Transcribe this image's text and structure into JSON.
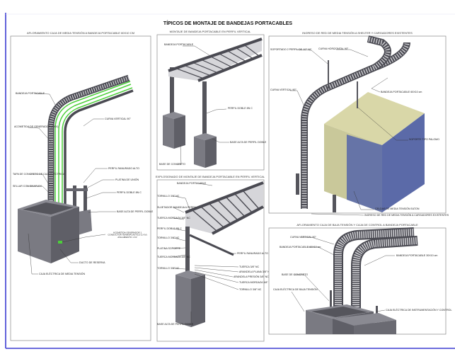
{
  "title": "TÍPICOS DE MONTAJE DE BANDEJAS PORTACABLES",
  "colors": {
    "border": "#3b3bd0",
    "steel": "#4a4a52",
    "concrete": "#6e6e76",
    "cable": "#4ccf3a",
    "cell_blue": "#5b6aa8",
    "cell_top": "#d9d7a8"
  },
  "panels": [
    {
      "caption": "AFLORAMIENTO CAJA DE MEDIA TENSIÓN A BANDEJA PORTACABLE 60X10 CM",
      "labels": [
        "BANDEJA PORTACABLE",
        "ACOMETIDA DE GENERADOR (1 KV)",
        "CURVA VERTICAL 90°",
        "TAPA DE CONCRETO DE CAJA ELÉCTRICA",
        "SELLAR CON SIKAFLEX",
        "PERFIL RANURADO ALTO",
        "PLATINA DE UNIÓN",
        "PERFIL DOBLE 8N C",
        "BASE ALTA DE PERFIL DOBLE",
        "ACOMETIDA GENERADOR 1 CONDUCTOR TERMOPLÁSTICO (1 KV) AISLAMIENTO 1 KV",
        "DUCTO DE RESERVA",
        "CAJA ELÉCTRICA DE MEDIA TENSIÓN"
      ]
    },
    {
      "caption": "MONTAJE DE BANDEJA PORTACABLE EN PERFIL VERTICAL",
      "labels": [
        "BANDEJA PORTACABLE",
        "PERFIL DOBLE 8N C",
        "BASE ALTA DE PERFIL DOBLE",
        "BASE DE CONCRETO"
      ]
    },
    {
      "caption": "EXPLOSIONADO DE MONTAJE DE BANDEJA PORTACABLE EN PERFIL VERTICAL",
      "labels": [
        "BANDEJA PORTACABLE",
        "TORNILLO 3/8\" NC",
        "SUJETADOR BANDEJA A PERFIL",
        "TUERCA MORDAZA 3/8\" NC",
        "PERFIL DOBLE 8N C",
        "TORNILLO 3/8\" NC",
        "PLATINA SOPORTE",
        "TUERCA MORDAZA 3/8\" NC",
        "TORNILLO 3/8\" NC",
        "PERFIL RANURADO ALTO",
        "TUERCA 3/8\" NC",
        "ARANDELA PLANA 3/8\" NC",
        "ARANDELA PRESIÓN 3/8\" NC",
        "TUERCA MORDAZA 3/8\" NC",
        "TORNILLO 3/8\" NC",
        "BASE ALTA DE PERFIL DOBLE"
      ]
    },
    {
      "caption": "INGRESO DE RED DE MEDIA TENSIÓN A SHELTER Y CARGADORES EXISTENTES",
      "labels": [
        "SOPORTADO 2 PERFIL DE 1/2\" NC",
        "CURVA HORIZONTAL 90°",
        "CURVA VERTICAL 90°",
        "BANDEJA PORTACABLE 60X10 cm",
        "SOPORTE TIPO PALOMO",
        "CELDAS DE MEDIA TENSIÓN EATON",
        "INGRESO DE RED DE MEDIA TENSIÓN A CARGADORES EXISTENTES"
      ]
    },
    {
      "caption": "AFLORAMIENTO CAJA DE BAJA TENSIÓN Y CAJA DE CONTROL A BANDEJA PORTACABLE",
      "labels": [
        "CURVA VERTICAL 90°",
        "BANDEJA PORTACABLE 60X10 cm",
        "BANDEJA PORTACABLE 30X10 cm",
        "BASE DE CONCRETO",
        "CAJA ELÉCTRICA DE BAJA TENSIÓN",
        "CAJA ELÉCTRICA DE INSTRUMENTACIÓN Y CONTROL"
      ]
    }
  ]
}
